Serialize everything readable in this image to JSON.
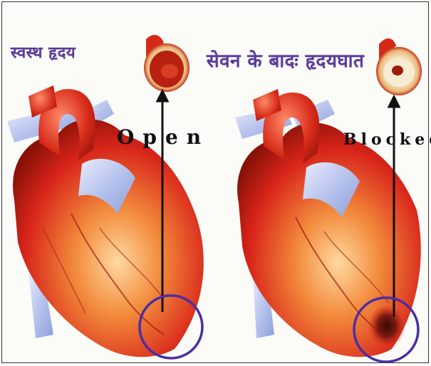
{
  "labels": {
    "healthy_heart": "स्वस्थ हृदय",
    "after_consumption": "सेवन के बादः हृदयघात",
    "open": "Open",
    "blocked": "Blocked"
  },
  "colors": {
    "label_purple": "#5a3b9b",
    "heart_red": "#d8241a",
    "artery_blue": "#a9b7e8",
    "circle_purple": "#4b2ea3"
  }
}
